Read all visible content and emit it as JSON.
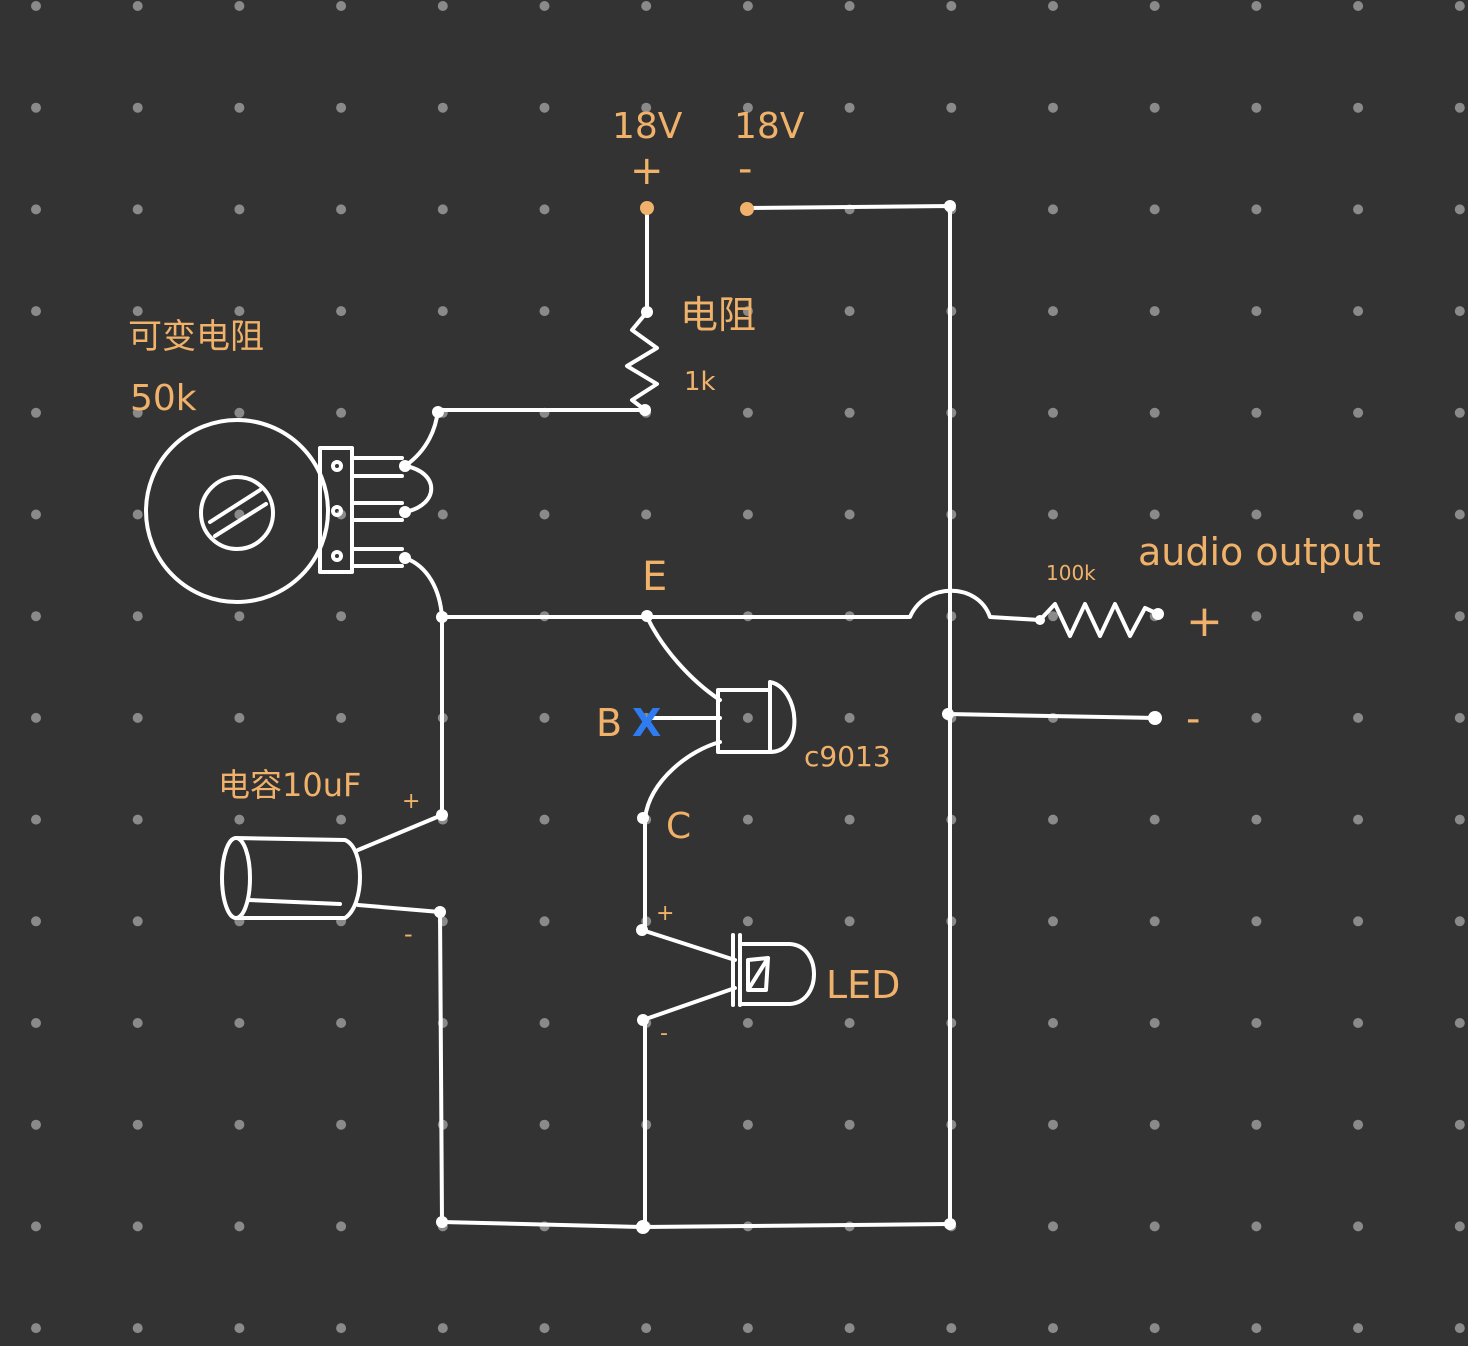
{
  "colors": {
    "background": "#333333",
    "grid_dot": "#8a8a8a",
    "wire": "#ffffff",
    "label": "#f0b26b",
    "mark": "#2f7bf0"
  },
  "supply": {
    "pos_voltage": "18V",
    "pos_sign": "+",
    "neg_voltage": "18V",
    "neg_sign": "-"
  },
  "resistor": {
    "name": "电阻",
    "value": "1k"
  },
  "potentiometer": {
    "name": "可变电阻",
    "value": "50k"
  },
  "transistor": {
    "model": "c9013",
    "emitter": "E",
    "base": "B",
    "base_mark": "X",
    "collector": "C"
  },
  "capacitor": {
    "label": "电容10uF",
    "pos": "+",
    "neg": "-"
  },
  "led": {
    "label": "LED",
    "pos": "+",
    "neg": "-"
  },
  "output": {
    "title": "audio output",
    "resistor_value": "100k",
    "pos": "+",
    "neg": "-"
  }
}
